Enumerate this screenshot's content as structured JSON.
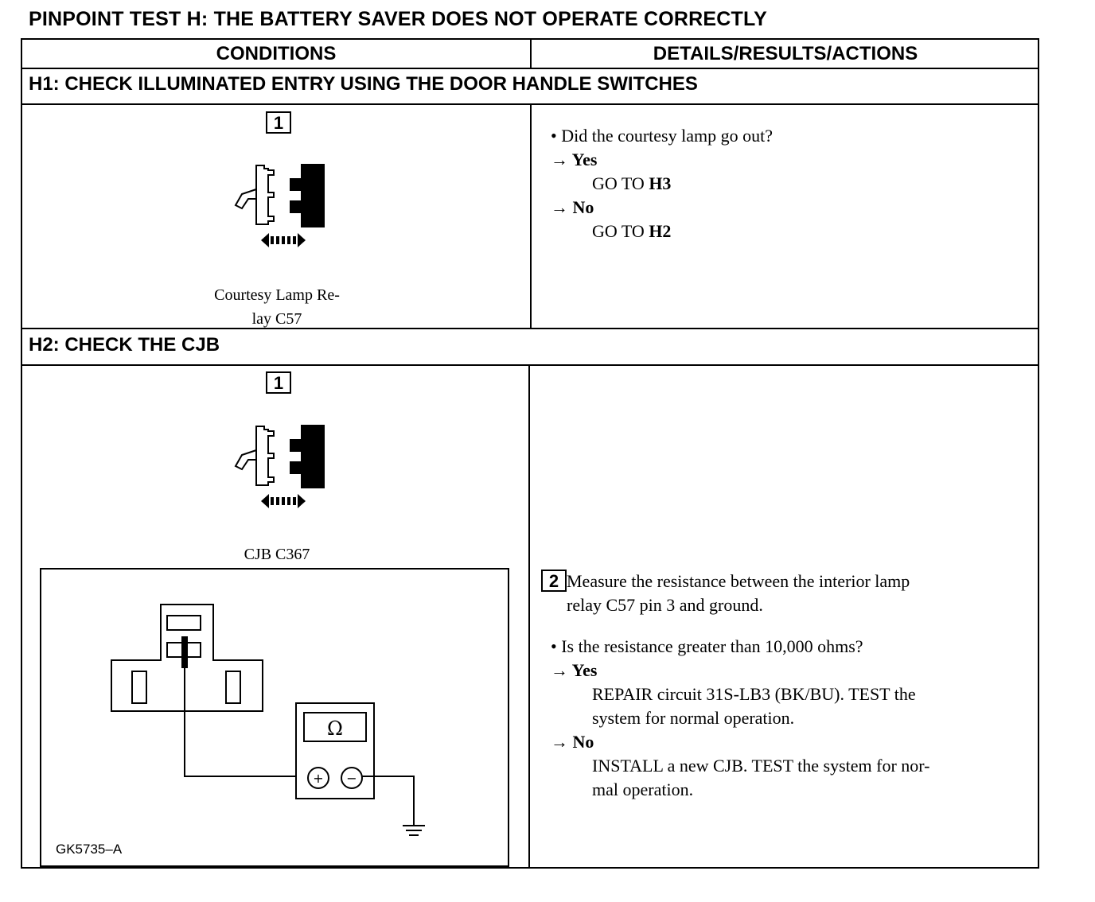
{
  "title": "PINPOINT TEST H: THE BATTERY SAVER DOES NOT OPERATE CORRECTLY",
  "headers": {
    "conditions": "CONDITIONS",
    "details": "DETAILS/RESULTS/ACTIONS"
  },
  "h1": {
    "heading": "H1: CHECK ILLUMINATED ENTRY USING THE DOOR HANDLE SWITCHES",
    "step": "1",
    "caption_line1": "Courtesy Lamp Re-",
    "caption_line2": "lay C57",
    "question": "• Did the courtesy lamp go out?",
    "yes_label": "→ Yes",
    "yes_action_text": "GO TO ",
    "yes_action_target": "H3",
    "no_label": "→ No",
    "no_action_text": "GO TO ",
    "no_action_target": "H2"
  },
  "h2": {
    "heading": "H2: CHECK THE CJB",
    "step1": "1",
    "caption": "CJB C367",
    "diagram_code": "GK5735–A",
    "meter_symbol": "Ω",
    "plus_symbol": "+",
    "minus_symbol": "−",
    "step2": "2",
    "measure_line1": "Measure the resistance between the interior lamp",
    "measure_line2": "relay C57 pin 3 and ground.",
    "question": "• Is the resistance greater than 10,000 ohms?",
    "yes_label": "→ Yes",
    "yes_action_line1": "REPAIR circuit 31S-LB3 (BK/BU). TEST the",
    "yes_action_line2": "system for normal operation.",
    "no_label": "→ No",
    "no_action_line1": "INSTALL a new CJB. TEST the system for nor-",
    "no_action_line2": "mal operation."
  }
}
